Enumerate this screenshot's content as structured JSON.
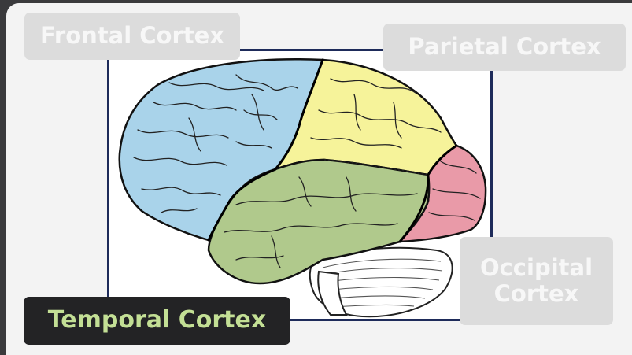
{
  "labels": {
    "frontal": "Frontal Cortex",
    "parietal": "Parietal Cortex",
    "occipital_line1": "Occipital",
    "occipital_line2": "Cortex",
    "temporal": "Temporal Cortex"
  },
  "colors": {
    "frontal_lobe": "#a9d3ea",
    "parietal_lobe": "#f6f39a",
    "occipital_lobe": "#e99aa8",
    "temporal_lobe": "#b0c98c",
    "cerebellum": "#ffffff",
    "highlight_label_bg": "#232325",
    "highlight_label_text": "#c3df95",
    "faded_label_bg": "#dcdcdc"
  }
}
